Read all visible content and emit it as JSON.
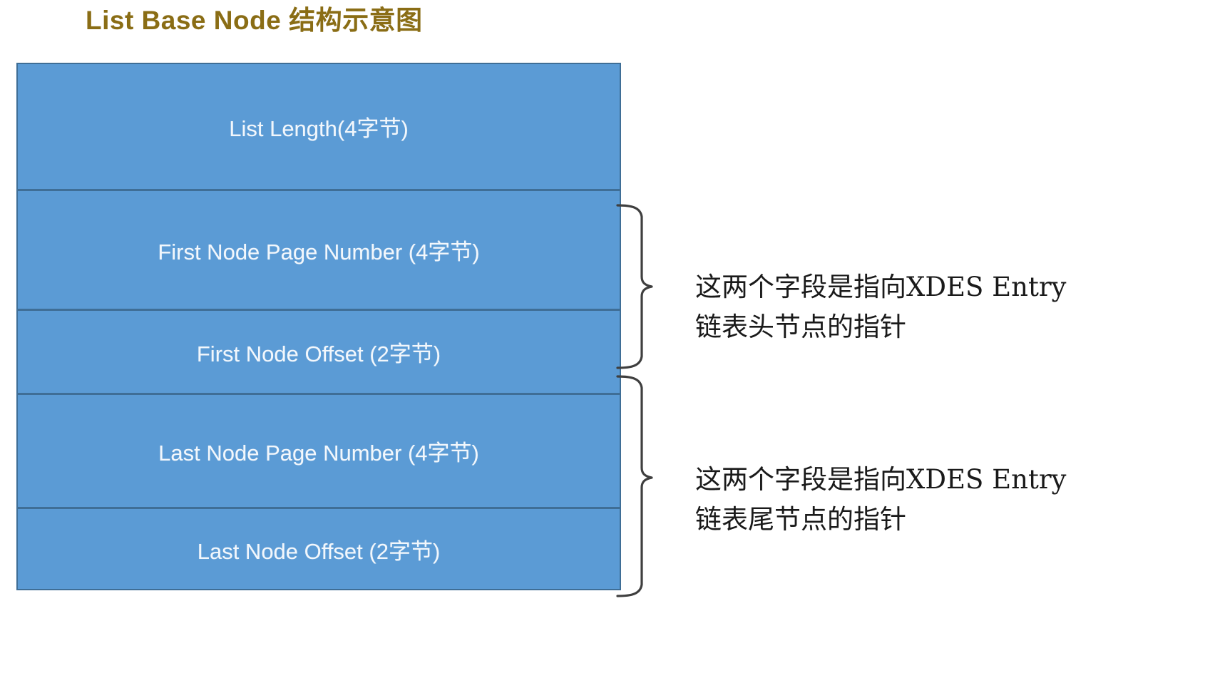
{
  "title": "List Base Node 结构示意图",
  "colors": {
    "title_text": "#8a6d15",
    "box_fill": "#5b9bd5",
    "box_border": "#3f6e96",
    "box_text": "#f2f7fc",
    "annotation_text": "#1a1a1a",
    "brace_stroke": "#3f3f3f",
    "background": "#ffffff"
  },
  "struct": {
    "name": "List Base Node",
    "rows": [
      {
        "label": "List Length(4字节)",
        "size_bytes": 4
      },
      {
        "label": "First Node Page Number (4字节)",
        "size_bytes": 4
      },
      {
        "label": "First Node Offset (2字节)",
        "size_bytes": 2
      },
      {
        "label": "Last Node Page Number (4字节)",
        "size_bytes": 4
      },
      {
        "label": "Last Node Offset (2字节)",
        "size_bytes": 2
      }
    ]
  },
  "annotations": [
    {
      "id": "first-node-pointer-note",
      "lines": [
        "这两个字段是指向XDES Entry",
        "链表头节点的指针"
      ],
      "covers_rows": [
        1,
        2
      ]
    },
    {
      "id": "last-node-pointer-note",
      "lines": [
        "这两个字段是指向XDES Entry",
        "链表尾节点的指针"
      ],
      "covers_rows": [
        3,
        4
      ]
    }
  ]
}
